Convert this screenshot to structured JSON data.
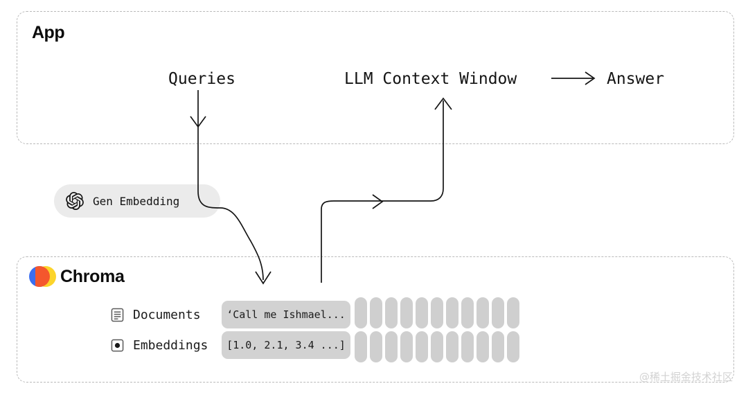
{
  "app": {
    "title": "App",
    "queries_label": "Queries",
    "llm_label": "LLM Context Window",
    "answer_arrow": "⟶",
    "answer_label": "Answer"
  },
  "gen_embedding": {
    "label": "Gen Embedding",
    "icon": "openai-logo-icon",
    "pill_color": "#ebebeb"
  },
  "chroma": {
    "name": "Chroma",
    "logo": {
      "icon": "chroma-logo-icon",
      "blue": "#3b6ef0",
      "orange": "#f4572d",
      "yellow": "#fcd42b"
    },
    "rows": [
      {
        "icon": "document-lines-icon",
        "label": "Documents",
        "value": "‘Call me Ishmael..."
      },
      {
        "icon": "dot-in-square-icon",
        "label": "Embeddings",
        "value": "[1.0, 2.1, 3.4 ...]"
      }
    ],
    "placeholder_capsules": {
      "columns": 11,
      "rows": 2,
      "color": "#cfcfcf"
    }
  },
  "connectors": [
    {
      "name": "queries-to-chroma-arrow",
      "from": "Queries",
      "to": "Chroma Documents",
      "direction": "down"
    },
    {
      "name": "chroma-to-llm-arrow",
      "from": "Chroma",
      "to": "LLM Context Window",
      "direction": "up"
    },
    {
      "name": "llm-to-answer-arrow",
      "from": "LLM Context Window",
      "to": "Answer",
      "direction": "right"
    }
  ],
  "watermark": "@稀土掘金技术社区",
  "colors": {
    "ink": "#141414",
    "dashed_border": "#b9b9b9",
    "chip": "#d2d2d2"
  }
}
